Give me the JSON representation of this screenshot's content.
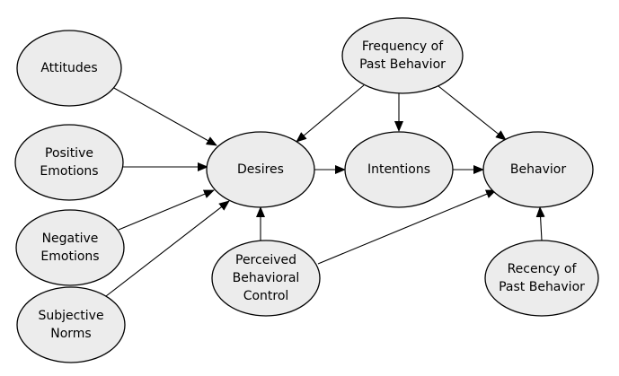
{
  "colors": {
    "node_fill": "#ececec",
    "node_stroke": "#000000",
    "edge": "#000000",
    "text": "#000000"
  },
  "nodes": [
    {
      "id": "attitudes",
      "lines": [
        "Attitudes"
      ]
    },
    {
      "id": "positive-emotions",
      "lines": [
        "Positive",
        "Emotions"
      ]
    },
    {
      "id": "negative-emotions",
      "lines": [
        "Negative",
        "Emotions"
      ]
    },
    {
      "id": "subjective-norms",
      "lines": [
        "Subjective",
        "Norms"
      ]
    },
    {
      "id": "desires",
      "lines": [
        "Desires"
      ]
    },
    {
      "id": "perceived-behavioral-control",
      "lines": [
        "Perceived",
        "Behavioral",
        "Control"
      ]
    },
    {
      "id": "frequency-of-past-behavior",
      "lines": [
        "Frequency of",
        "Past Behavior"
      ]
    },
    {
      "id": "intentions",
      "lines": [
        "Intentions"
      ]
    },
    {
      "id": "behavior",
      "lines": [
        "Behavior"
      ]
    },
    {
      "id": "recency-of-past-behavior",
      "lines": [
        "Recency of",
        "Past Behavior"
      ]
    }
  ],
  "edges": [
    {
      "from": "attitudes",
      "to": "desires"
    },
    {
      "from": "positive-emotions",
      "to": "desires"
    },
    {
      "from": "negative-emotions",
      "to": "desires"
    },
    {
      "from": "subjective-norms",
      "to": "desires"
    },
    {
      "from": "perceived-behavioral-control",
      "to": "desires"
    },
    {
      "from": "perceived-behavioral-control",
      "to": "behavior"
    },
    {
      "from": "frequency-of-past-behavior",
      "to": "desires"
    },
    {
      "from": "frequency-of-past-behavior",
      "to": "intentions"
    },
    {
      "from": "frequency-of-past-behavior",
      "to": "behavior"
    },
    {
      "from": "desires",
      "to": "intentions"
    },
    {
      "from": "intentions",
      "to": "behavior"
    },
    {
      "from": "recency-of-past-behavior",
      "to": "behavior"
    }
  ]
}
